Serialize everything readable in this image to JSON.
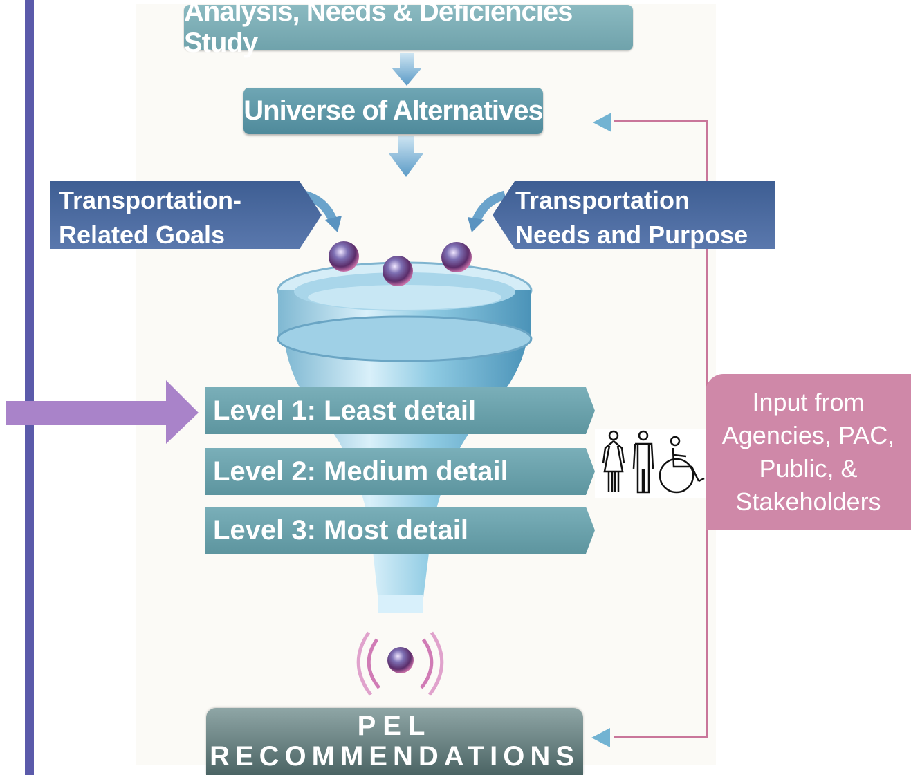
{
  "steps": {
    "analysis": "Analysis, Needs & Deficiencies Study",
    "universe": "Universe of Alternatives"
  },
  "inputs": {
    "left_line1": "Transportation-",
    "left_line2": "Related Goals",
    "right_line1": "Transportation",
    "right_line2": "Needs and Purpose"
  },
  "levels": [
    "Level 1: Least detail",
    "Level 2: Medium detail",
    "Level 3: Most detail"
  ],
  "stakeholder_input": {
    "line1": "Input from",
    "line2": "Agencies, PAC,",
    "line3": "Public, &",
    "line4": "Stakeholders"
  },
  "result": {
    "line1": "PEL",
    "line2": "RECOMMENDATIONS"
  },
  "icons": [
    "woman-icon",
    "man-icon",
    "wheelchair-icon"
  ],
  "colors": {
    "teal_box": "#6fa2ab",
    "navy_tag": "#4a6aa0",
    "pink_box": "#cf88a8",
    "purple_arrow": "#a983c9",
    "side_bar": "#5b5aaa",
    "feedback_line": "#c9769a"
  }
}
